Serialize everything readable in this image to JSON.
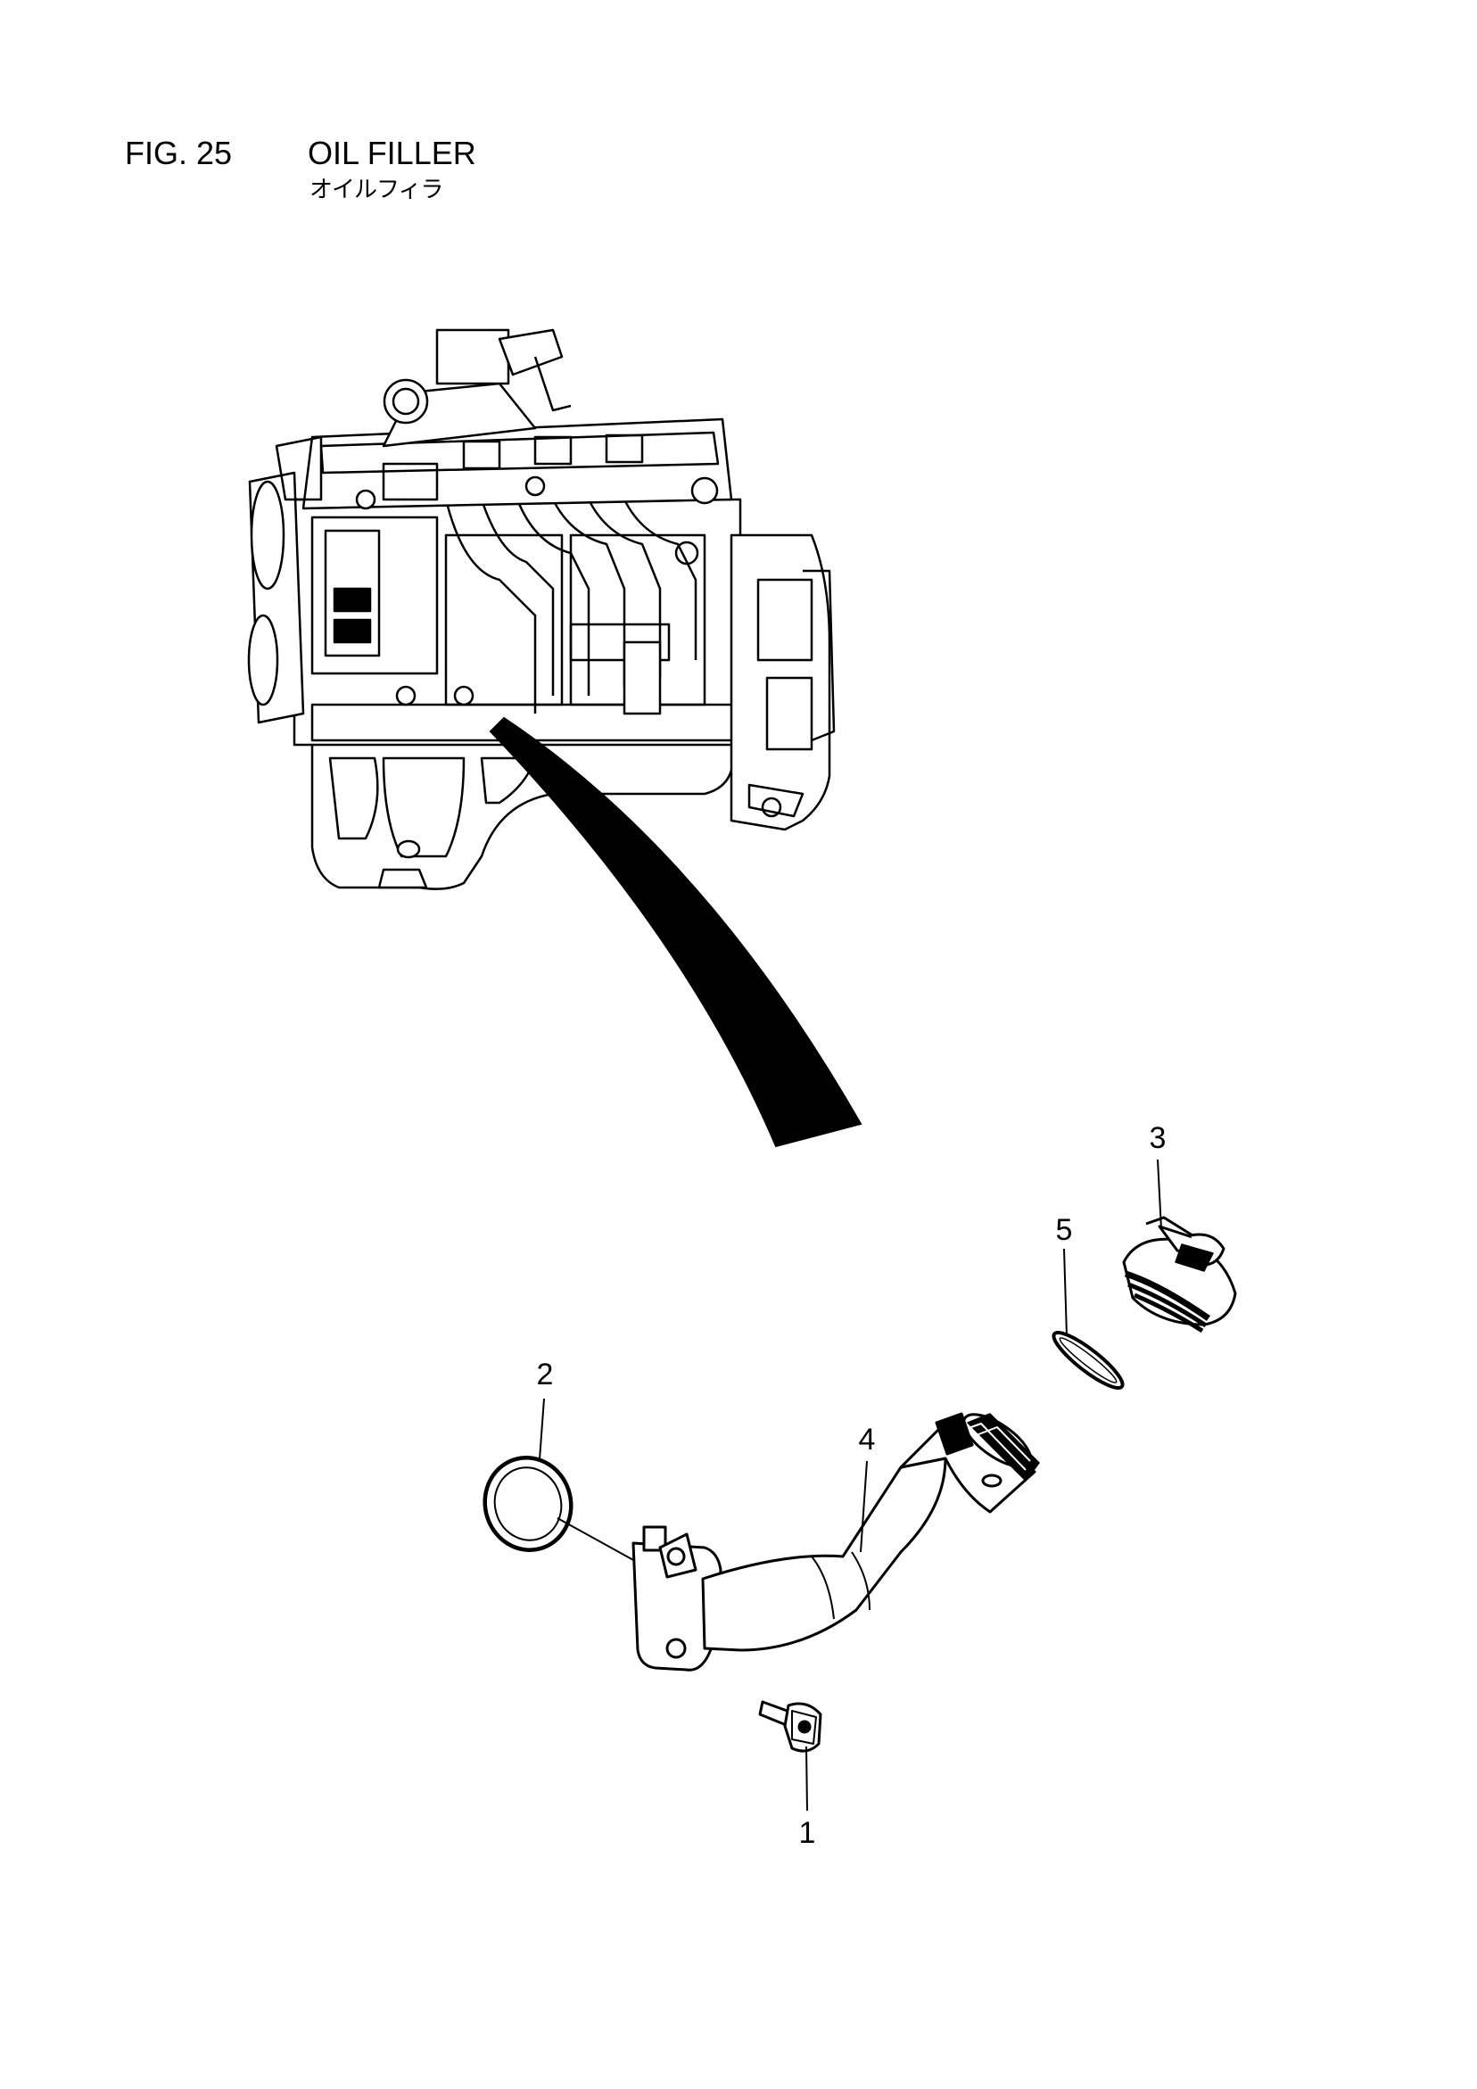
{
  "header": {
    "fig_number": "FIG. 25",
    "title": "OIL FILLER",
    "subtitle": "オイルフィラ"
  },
  "callouts": [
    {
      "id": "1",
      "label": "1",
      "part": "bolt"
    },
    {
      "id": "2",
      "label": "2",
      "part": "o-ring"
    },
    {
      "id": "3",
      "label": "3",
      "part": "filler-cap"
    },
    {
      "id": "4",
      "label": "4",
      "part": "filler-pipe"
    },
    {
      "id": "5",
      "label": "5",
      "part": "cap-gasket"
    }
  ]
}
